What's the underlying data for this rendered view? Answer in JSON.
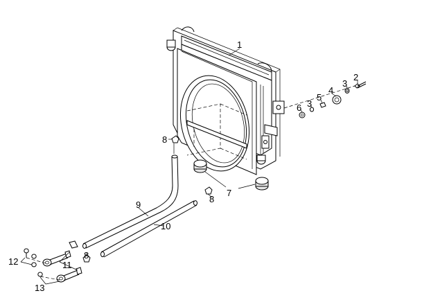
{
  "diagram": {
    "callouts": [
      {
        "id": "1",
        "text": "1"
      },
      {
        "id": "2",
        "text": "2"
      },
      {
        "id": "3a",
        "text": "3"
      },
      {
        "id": "3b",
        "text": "3"
      },
      {
        "id": "4",
        "text": "4"
      },
      {
        "id": "5",
        "text": "5"
      },
      {
        "id": "6",
        "text": "6"
      },
      {
        "id": "7",
        "text": "7"
      },
      {
        "id": "8a",
        "text": "8"
      },
      {
        "id": "8b",
        "text": "8"
      },
      {
        "id": "8c",
        "text": "8"
      },
      {
        "id": "9",
        "text": "9"
      },
      {
        "id": "10",
        "text": "10"
      },
      {
        "id": "11",
        "text": "11"
      },
      {
        "id": "12",
        "text": "12"
      },
      {
        "id": "13",
        "text": "13"
      }
    ]
  }
}
